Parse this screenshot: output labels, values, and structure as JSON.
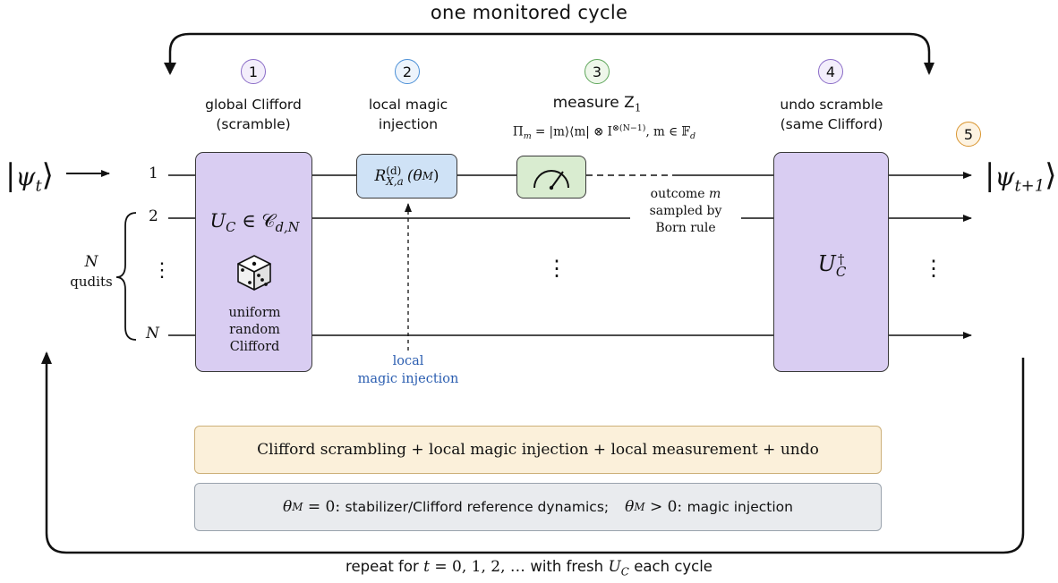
{
  "top_title": "one monitored cycle",
  "bottom_caption": {
    "prefix": "repeat for",
    "t": "t",
    "eq": "= 0, 1, 2, …",
    "middle": "with fresh",
    "U": "U",
    "U_sub": "C",
    "suffix": "each cycle"
  },
  "steps": [
    {
      "num": "1",
      "line1": "global Clifford",
      "line2": "(scramble)",
      "color": "#8a6cc7"
    },
    {
      "num": "2",
      "line1": "local magic",
      "line2": "injection",
      "color": "#4a8fd6"
    },
    {
      "num": "3",
      "line1": "measure Z",
      "line1_sub": "1",
      "color": "#5ea65a"
    },
    {
      "num": "4",
      "line1": "undo scramble",
      "line2": "(same Clifford)",
      "color": "#8a6cc7"
    },
    {
      "num": "5",
      "color": "#d9952f"
    }
  ],
  "projector": {
    "lhs": "Π",
    "lhs_sub": "m",
    "rhs": "= |m⟩⟨m| ⊗ I",
    "rhs_sup": "⊗(N−1)",
    "tail": ", m ∈ 𝔽",
    "tail_sub": "d"
  },
  "input_state": {
    "psi": "ψ",
    "sub": "t"
  },
  "output_state": {
    "psi": "ψ",
    "sub": "t+1"
  },
  "wires": {
    "w1": "1",
    "w2": "2",
    "dots": "⋮",
    "wN": "N"
  },
  "qudits": {
    "N": "N",
    "label": "qudits"
  },
  "clifford_box": {
    "U": "U",
    "U_sub": "C",
    "member": "∈ 𝒞",
    "member_sub": "d,N",
    "desc1": "uniform",
    "desc2": "random",
    "desc3": "Clifford",
    "fill": "#d9cdf2",
    "stroke": "#3a3a3a"
  },
  "magic_gate": {
    "R": "R",
    "R_sup": "(d)",
    "R_sub": "X,a",
    "arg": "(θ",
    "arg_sub": "M",
    "arg_close": ")",
    "fill": "#cfe2f6"
  },
  "measure_gate": {
    "fill": "#d9ecd0"
  },
  "outcome": {
    "line1": "outcome",
    "m": "m",
    "line2": "sampled by",
    "line3": "Born rule"
  },
  "magic_note": {
    "line1": "local",
    "line2": "magic injection",
    "color": "#2a5db0"
  },
  "mid_dots": "⋮",
  "right_dots": "⋮",
  "undo_box": {
    "U": "U",
    "U_sup": "†",
    "U_sub": "C",
    "fill": "#d9cdf2"
  },
  "summary1": {
    "text": "Clifford scrambling + local magic injection + local measurement + undo",
    "fill": "#fbf0da",
    "stroke": "#cdb079"
  },
  "summary2": {
    "a_theta": "θ",
    "a_sub": "M",
    "a_rel": " = 0: ",
    "a_text": "stabilizer/Clifford reference dynamics;",
    "b_theta": "θ",
    "b_sub": "M",
    "b_rel": " > 0: ",
    "b_text": "magic injection",
    "fill": "#e9ebee",
    "stroke": "#9aa3ad"
  }
}
